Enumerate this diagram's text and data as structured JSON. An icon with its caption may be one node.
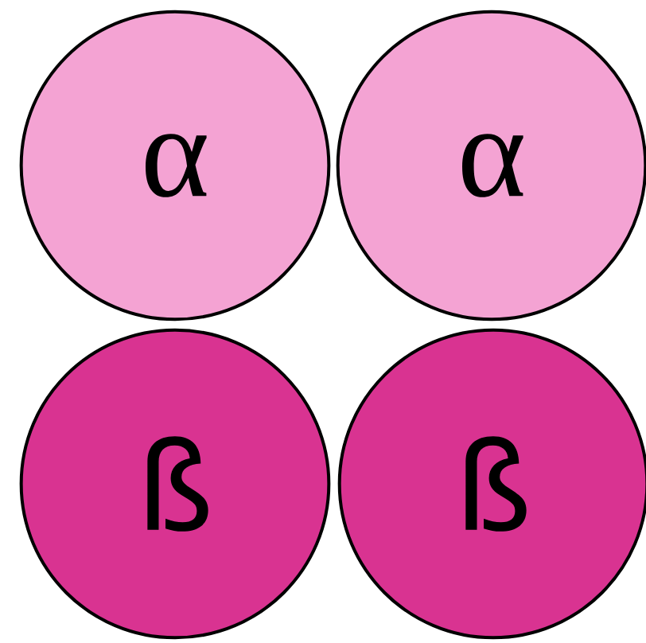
{
  "diagram": {
    "nodes": [
      {
        "text": [
          "α"
        ]
      },
      {
        "text": [
          "α"
        ]
      },
      {
        "text": [
          "ß"
        ]
      },
      {
        "text": [
          "ß"
        ]
      }
    ]
  }
}
